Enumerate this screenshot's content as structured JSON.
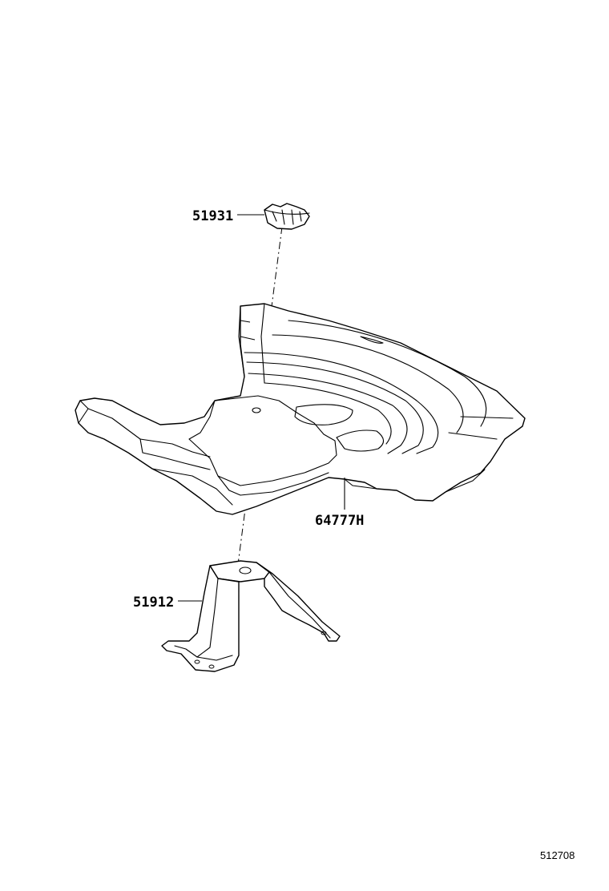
{
  "diagram": {
    "parts": [
      {
        "id": "cap",
        "part_number": "51931"
      },
      {
        "id": "tray",
        "part_number": "64777H"
      },
      {
        "id": "bracket",
        "part_number": "51912"
      }
    ],
    "diagram_id": "512708"
  }
}
